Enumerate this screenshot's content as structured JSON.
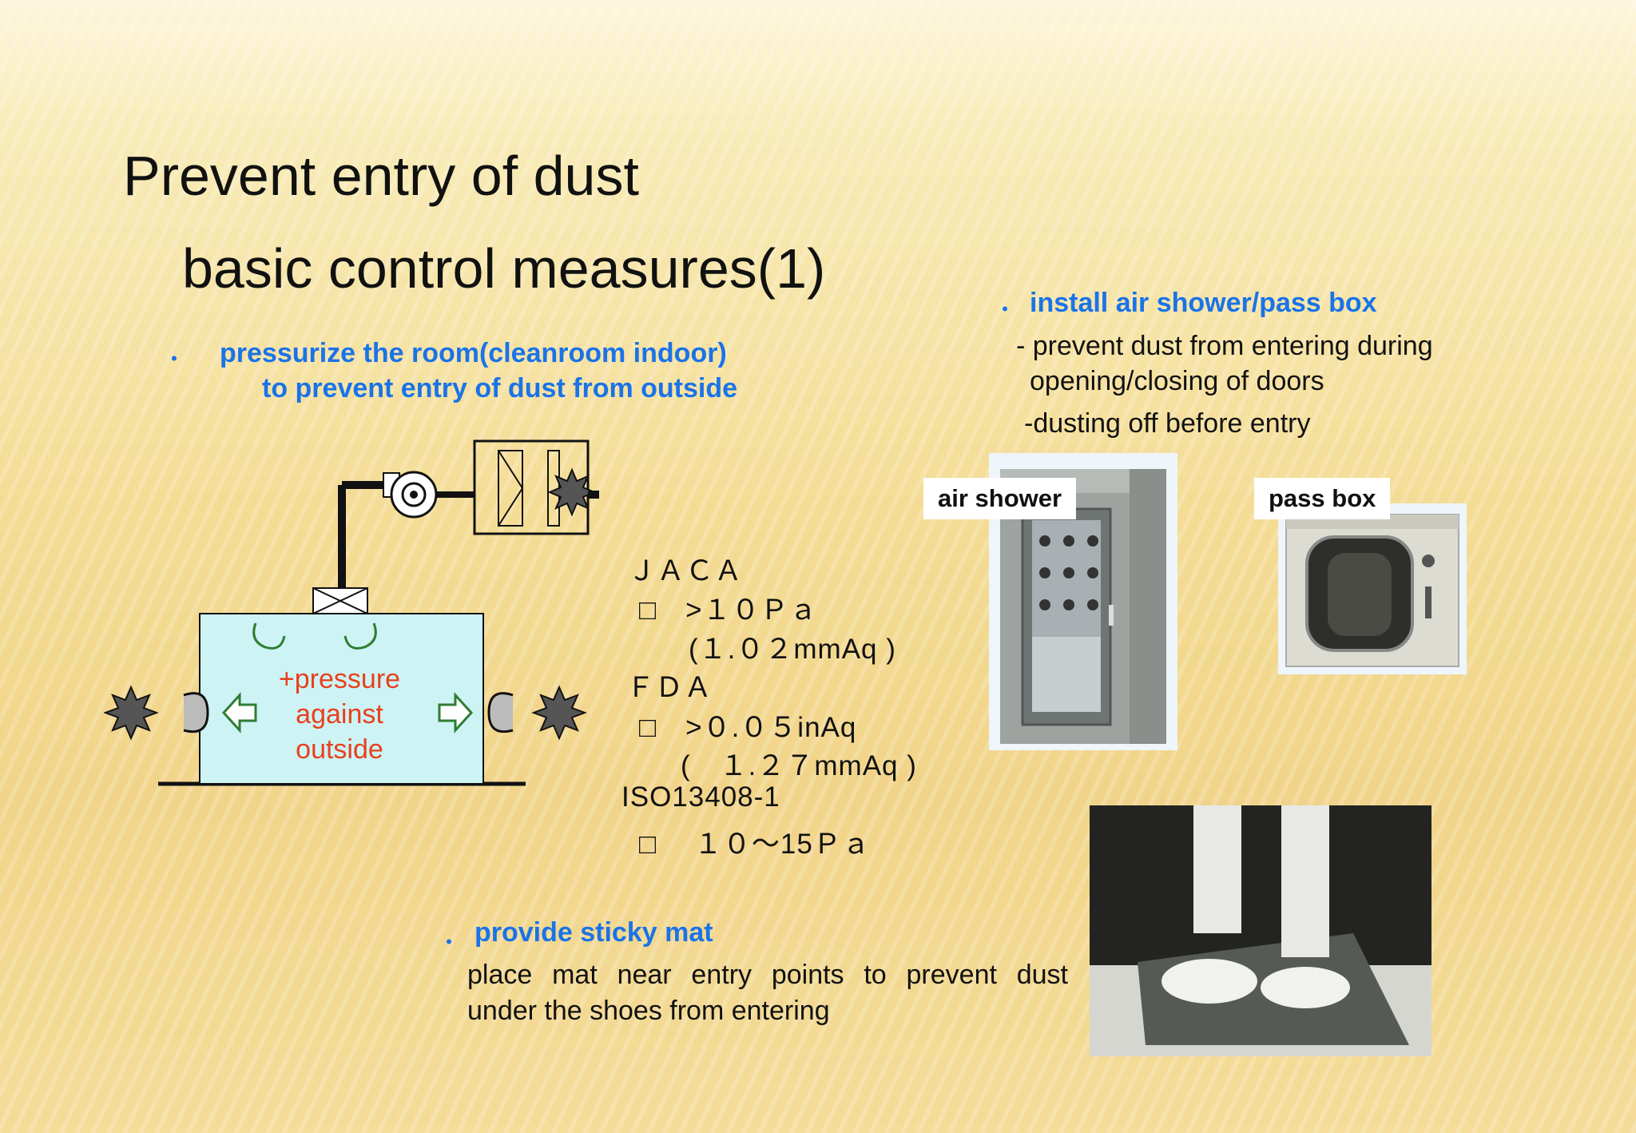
{
  "slide": {
    "title_line1": "Prevent entry of dust",
    "title_line2": "basic control measures(1)",
    "pressurize": {
      "line1": "pressurize the room(cleanroom indoor)",
      "line2": "to prevent entry of dust from outside"
    },
    "diagram": {
      "room_line1": "+pressure",
      "room_line2": "against",
      "room_line3": "outside"
    },
    "specs": {
      "jaca": "ＪＡＣＡ",
      "jaca_val": "□　>１０Ｐａ",
      "jaca_sub": "(１.０２mmAq )",
      "fda": "ＦＤＡ",
      "fda_val": "□　>０.０５inAq",
      "fda_sub": "(　１.２７mmAq )",
      "iso": "ISO13408-1",
      "iso_val": "□　 １０～15Ｐａ"
    },
    "air_shower": {
      "heading": "install air shower/pass box",
      "line1": "- prevent dust from entering during",
      "line2": "opening/closing of doors",
      "line3": "-dusting off before entry",
      "label_air_shower": "air shower",
      "label_pass_box": "pass box"
    },
    "sticky_mat": {
      "heading": "provide sticky mat",
      "line1": "place mat near entry points to prevent dust",
      "line2": "under the shoes from entering"
    },
    "bullet": "・"
  },
  "colors": {
    "accent_blue": "#1a73e8",
    "pressure_red": "#e8401c",
    "room_fill": "#cdf3f5"
  }
}
